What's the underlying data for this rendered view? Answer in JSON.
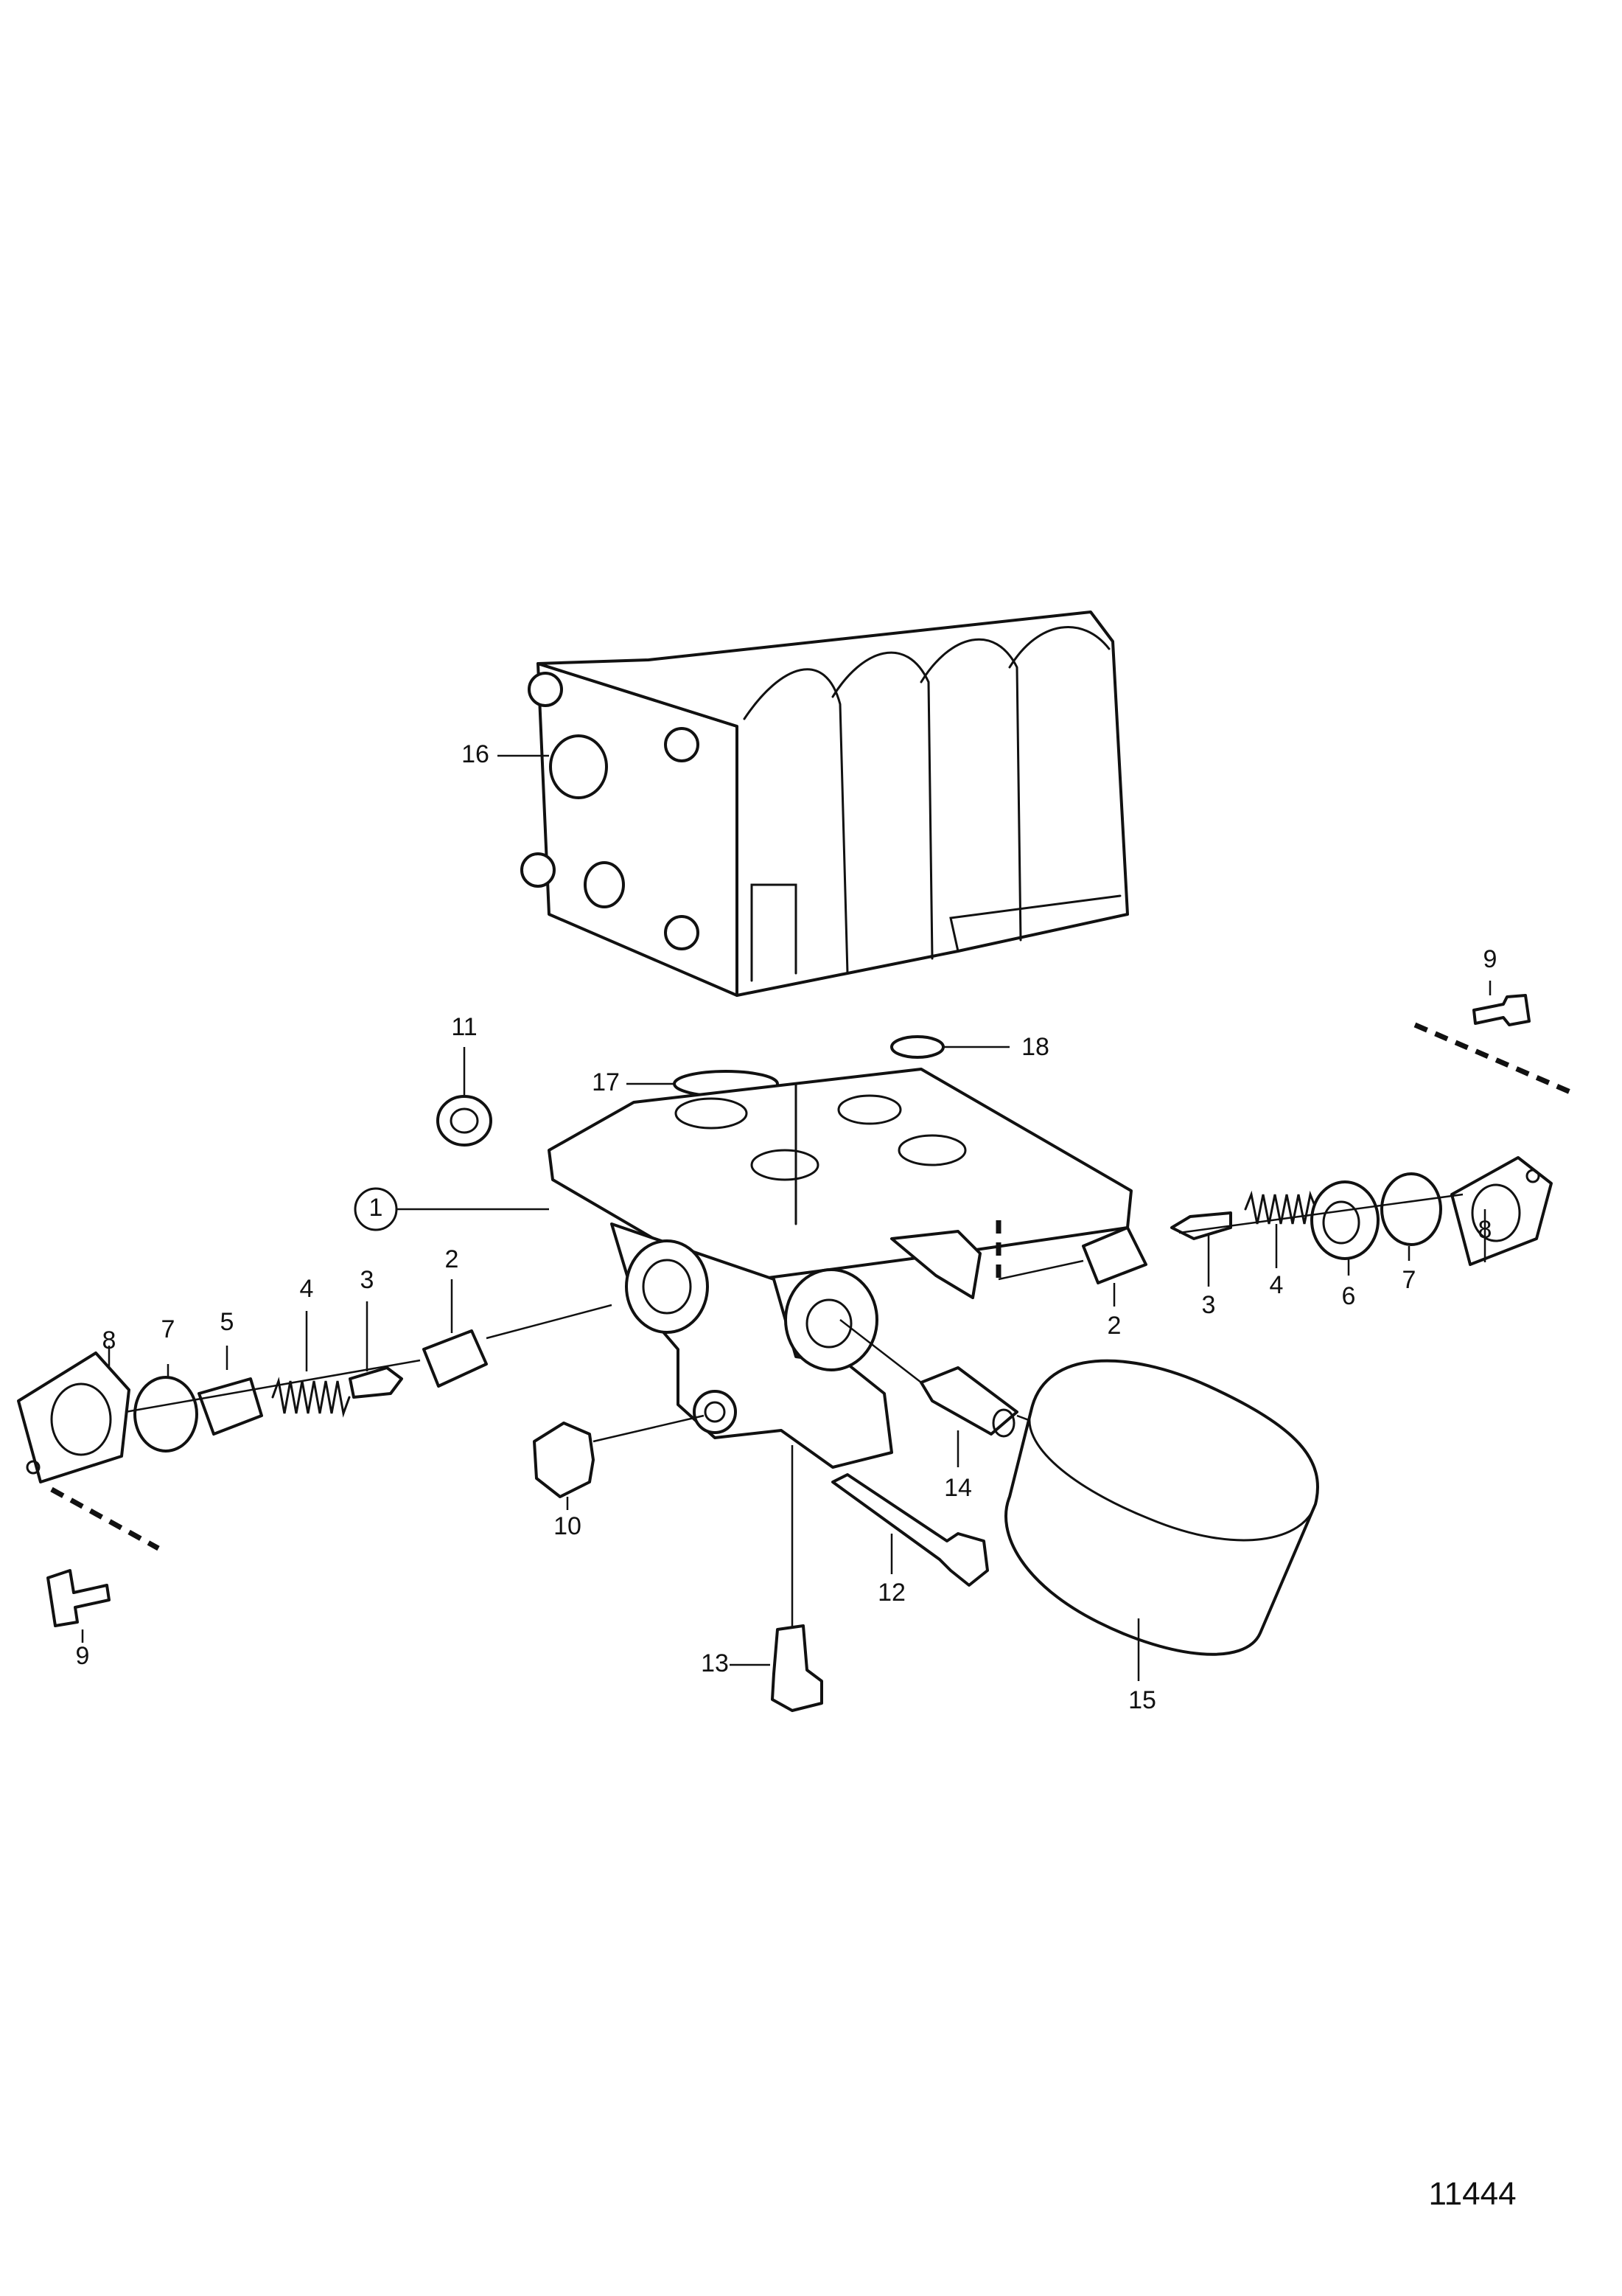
{
  "callouts": {
    "c1": "1",
    "c2a": "2",
    "c2b": "2",
    "c3a": "3",
    "c3b": "3",
    "c4a": "4",
    "c4b": "4",
    "c5": "5",
    "c6": "6",
    "c7a": "7",
    "c7b": "7",
    "c8a": "8",
    "c8b": "8",
    "c9a": "9",
    "c9b": "9",
    "c10": "10",
    "c11": "11",
    "c12": "12",
    "c13": "13",
    "c14": "14",
    "c15": "15",
    "c16": "16",
    "c17": "17",
    "c18": "18"
  },
  "reference_number": "11444"
}
